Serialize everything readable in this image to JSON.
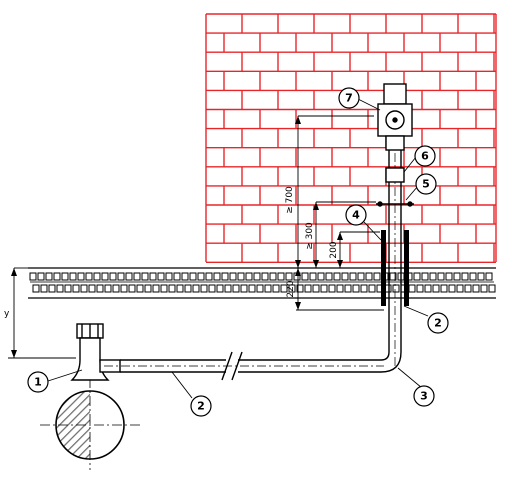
{
  "callouts": [
    "1",
    "2",
    "2",
    "3",
    "4",
    "5",
    "6",
    "7"
  ],
  "dimensions": {
    "d_700": "≥ 700",
    "d_300": "≥ 300",
    "d_200": "200",
    "d_220": "220",
    "d_y": "y"
  },
  "colors": {
    "brick": "#e8262a",
    "ink": "#000000",
    "hatch": "#6f6f6f",
    "background": "#ffffff"
  }
}
